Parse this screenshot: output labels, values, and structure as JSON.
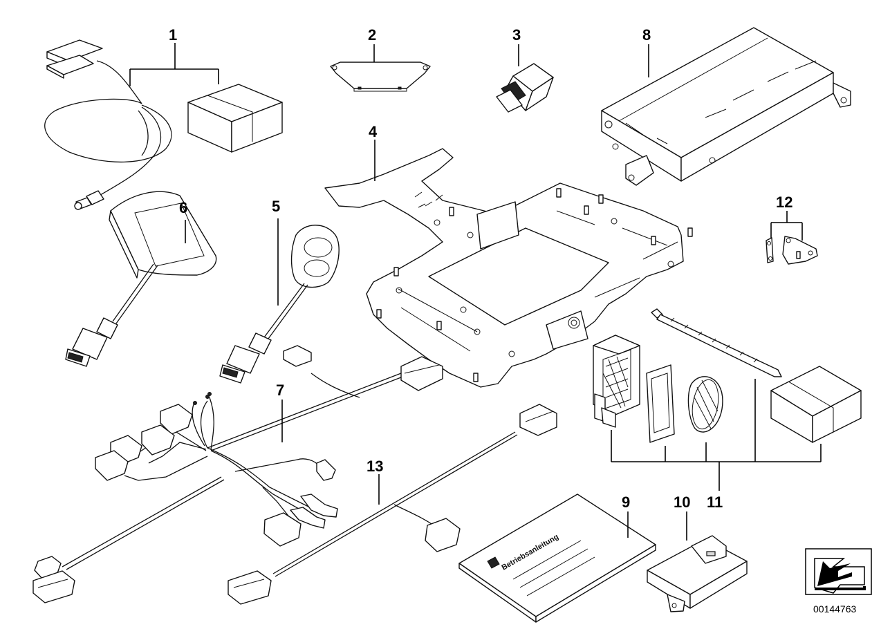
{
  "labels": {
    "p1": "1",
    "p2": "2",
    "p3": "3",
    "p4": "4",
    "p5": "5",
    "p6": "6",
    "p7": "7",
    "p8": "8",
    "p9": "9",
    "p10": "10",
    "p11": "11",
    "p12": "12",
    "p13": "13"
  },
  "manual_title": "Betriebsanleitung",
  "diagram_id": "00144763"
}
